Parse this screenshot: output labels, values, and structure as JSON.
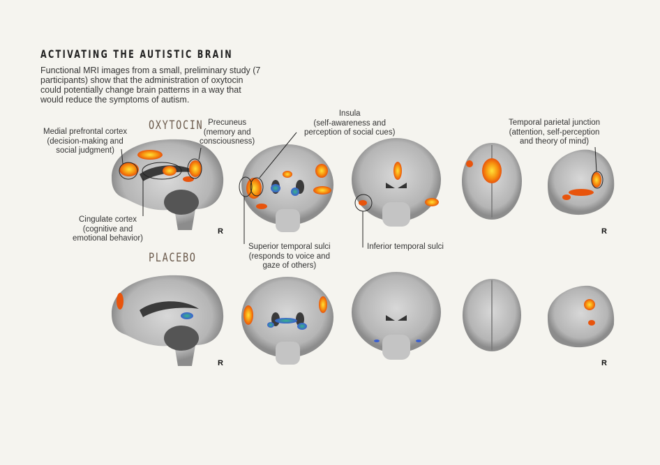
{
  "title": "ACTIVATING THE AUTISTIC BRAIN",
  "intro": "Functional MRI images from a small, preliminary study (7 participants) show that the administration of oxytocin could potentially change brain patterns in a way that would reduce the symptoms of autism.",
  "conditions": {
    "oxytocin": "OXYTOCIN",
    "placebo": "PLACEBO"
  },
  "orientation_marker": "R",
  "annotations": {
    "medial_prefrontal": [
      "Medial prefrontal cortex",
      "(decision-making and",
      "social judgment)"
    ],
    "precuneus": [
      "Precuneus",
      "(memory and",
      "consciousness)"
    ],
    "insula": [
      "Insula",
      "(self-awareness and",
      "perception of social cues)"
    ],
    "temporal_parietal": [
      "Temporal parietal junction",
      "(attention, self-perception",
      "and theory of mind)"
    ],
    "cingulate": [
      "Cingulate cortex",
      "(cognitive and",
      "emotional behavior)"
    ],
    "superior_temporal": [
      "Superior temporal sulci",
      "(responds to voice and",
      "gaze of others)"
    ],
    "inferior_temporal": [
      "Inferior temporal sulci"
    ]
  },
  "colors": {
    "activation_warm": "#f06a10",
    "activation_hot": "#ffd21a",
    "activation_cool": "#3a6fd0",
    "brain": "#b9b9b9",
    "condition_label": "#6b5a4c"
  }
}
